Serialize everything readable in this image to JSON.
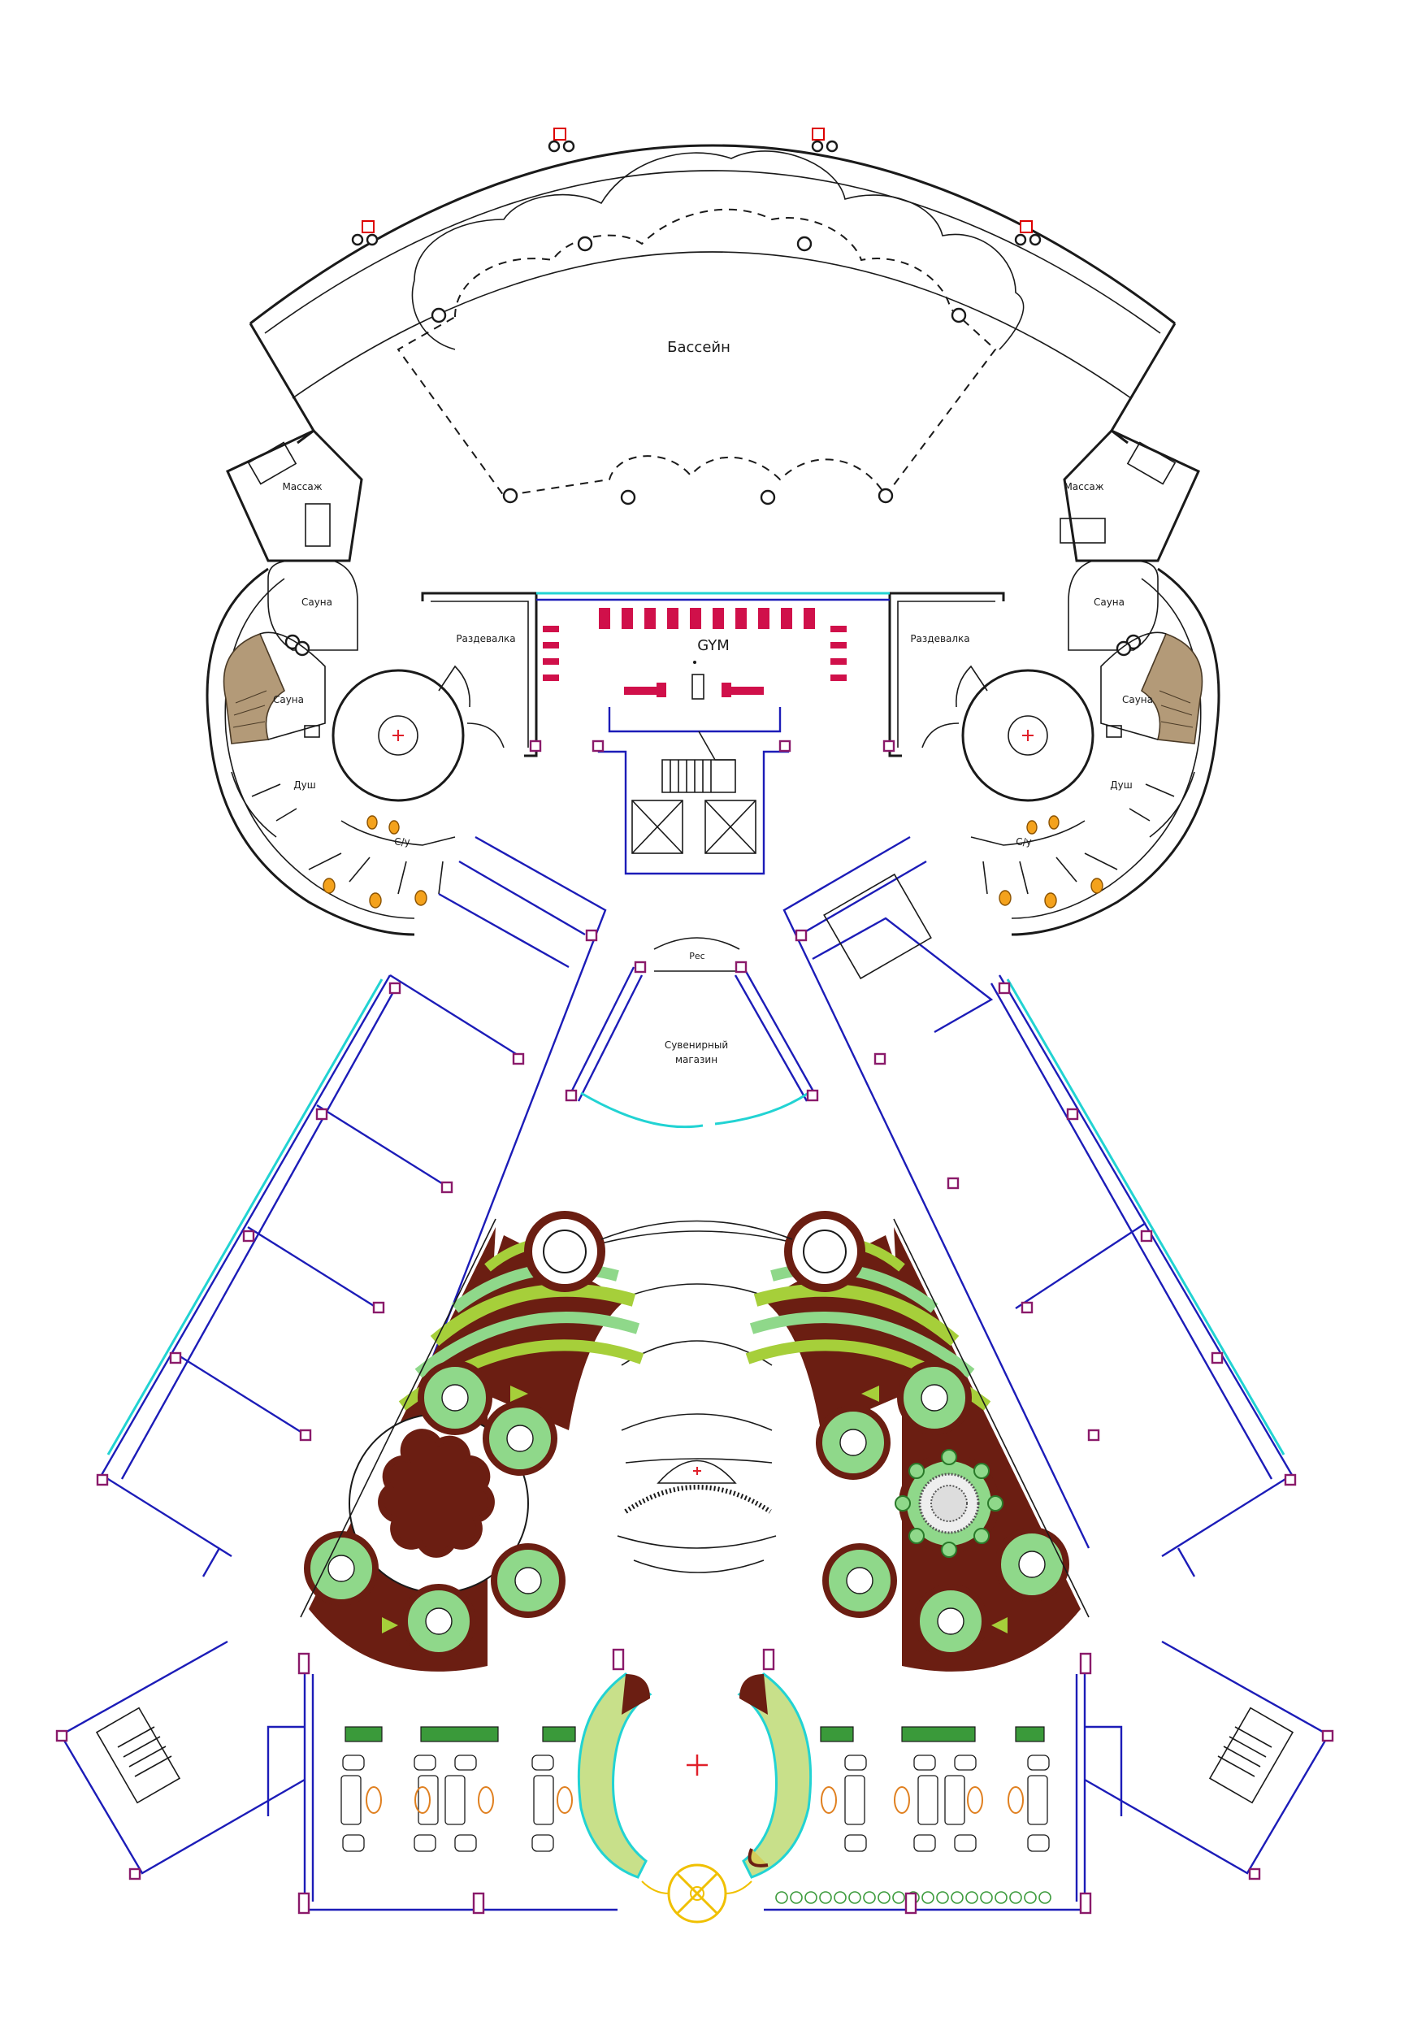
{
  "rooms": {
    "pool": "Бассейн",
    "massage_left": "Массаж",
    "massage_right": "Массаж",
    "sauna_left_1": "Сауна",
    "sauna_left_2": "Сауна",
    "sauna_right_1": "Сауна",
    "sauna_right_2": "Сауна",
    "changing_left": "Раздевалка",
    "changing_right": "Раздевалка",
    "gym": "GYM",
    "shower_left": "Душ",
    "shower_right": "Душ",
    "wc_left": "С/у",
    "wc_right": "С/у",
    "reception": "Рес",
    "souvenir_line1": "Сувенирный",
    "souvenir_line2": "магазин"
  },
  "colors": {
    "walls": "#1a1a1a",
    "glazing": "#1c1cb8",
    "glass": "#22d3d3",
    "columns_accent": "#8a1a6a",
    "gym_equipment": "#d0104a",
    "sanitary": "#f4a21c",
    "landscape_dark": "#6b1e12",
    "landscape_green": "#8fd88a",
    "landscape_lime": "#a6cf3a",
    "sauna_wood": "#b39a78",
    "center_mark": "#e0202a",
    "entrance_ring": "#f0c000"
  }
}
